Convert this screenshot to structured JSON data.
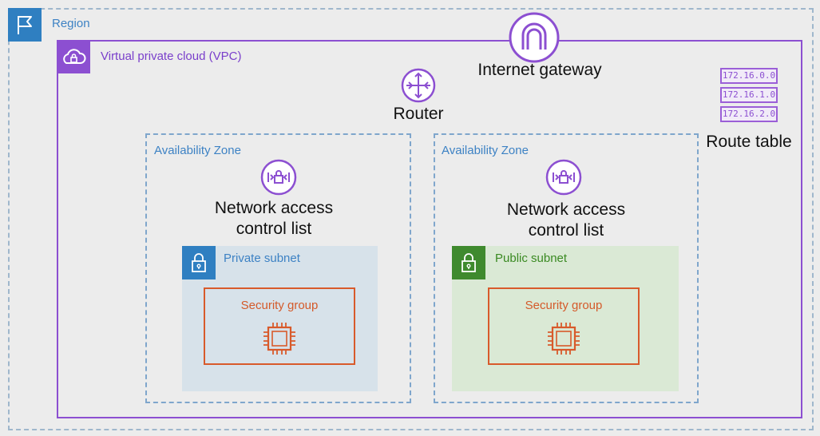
{
  "region": {
    "label": "Region"
  },
  "vpc": {
    "label": "Virtual private cloud (VPC)"
  },
  "internet_gateway": {
    "label": "Internet gateway",
    "icon": "internet-gateway-icon"
  },
  "router": {
    "label": "Router",
    "icon": "router-icon"
  },
  "route_table": {
    "label": "Route table",
    "entries": [
      "172.16.0.0",
      "172.16.1.0",
      "172.16.2.0"
    ]
  },
  "zones": [
    {
      "label": "Availability Zone",
      "nacl_label_line1": "Network access",
      "nacl_label_line2": "control list",
      "subnet": {
        "label": "Private subnet",
        "color": "#2f7fc1"
      },
      "security_group": {
        "label": "Security group"
      }
    },
    {
      "label": "Availability Zone",
      "nacl_label_line1": "Network access",
      "nacl_label_line2": "control list",
      "subnet": {
        "label": "Public subnet",
        "color": "#3f8a2e"
      },
      "security_group": {
        "label": "Security group"
      }
    }
  ],
  "colors": {
    "region": "#2f7fc1",
    "vpc": "#8c4fd1",
    "security_group": "#d85a2b"
  }
}
